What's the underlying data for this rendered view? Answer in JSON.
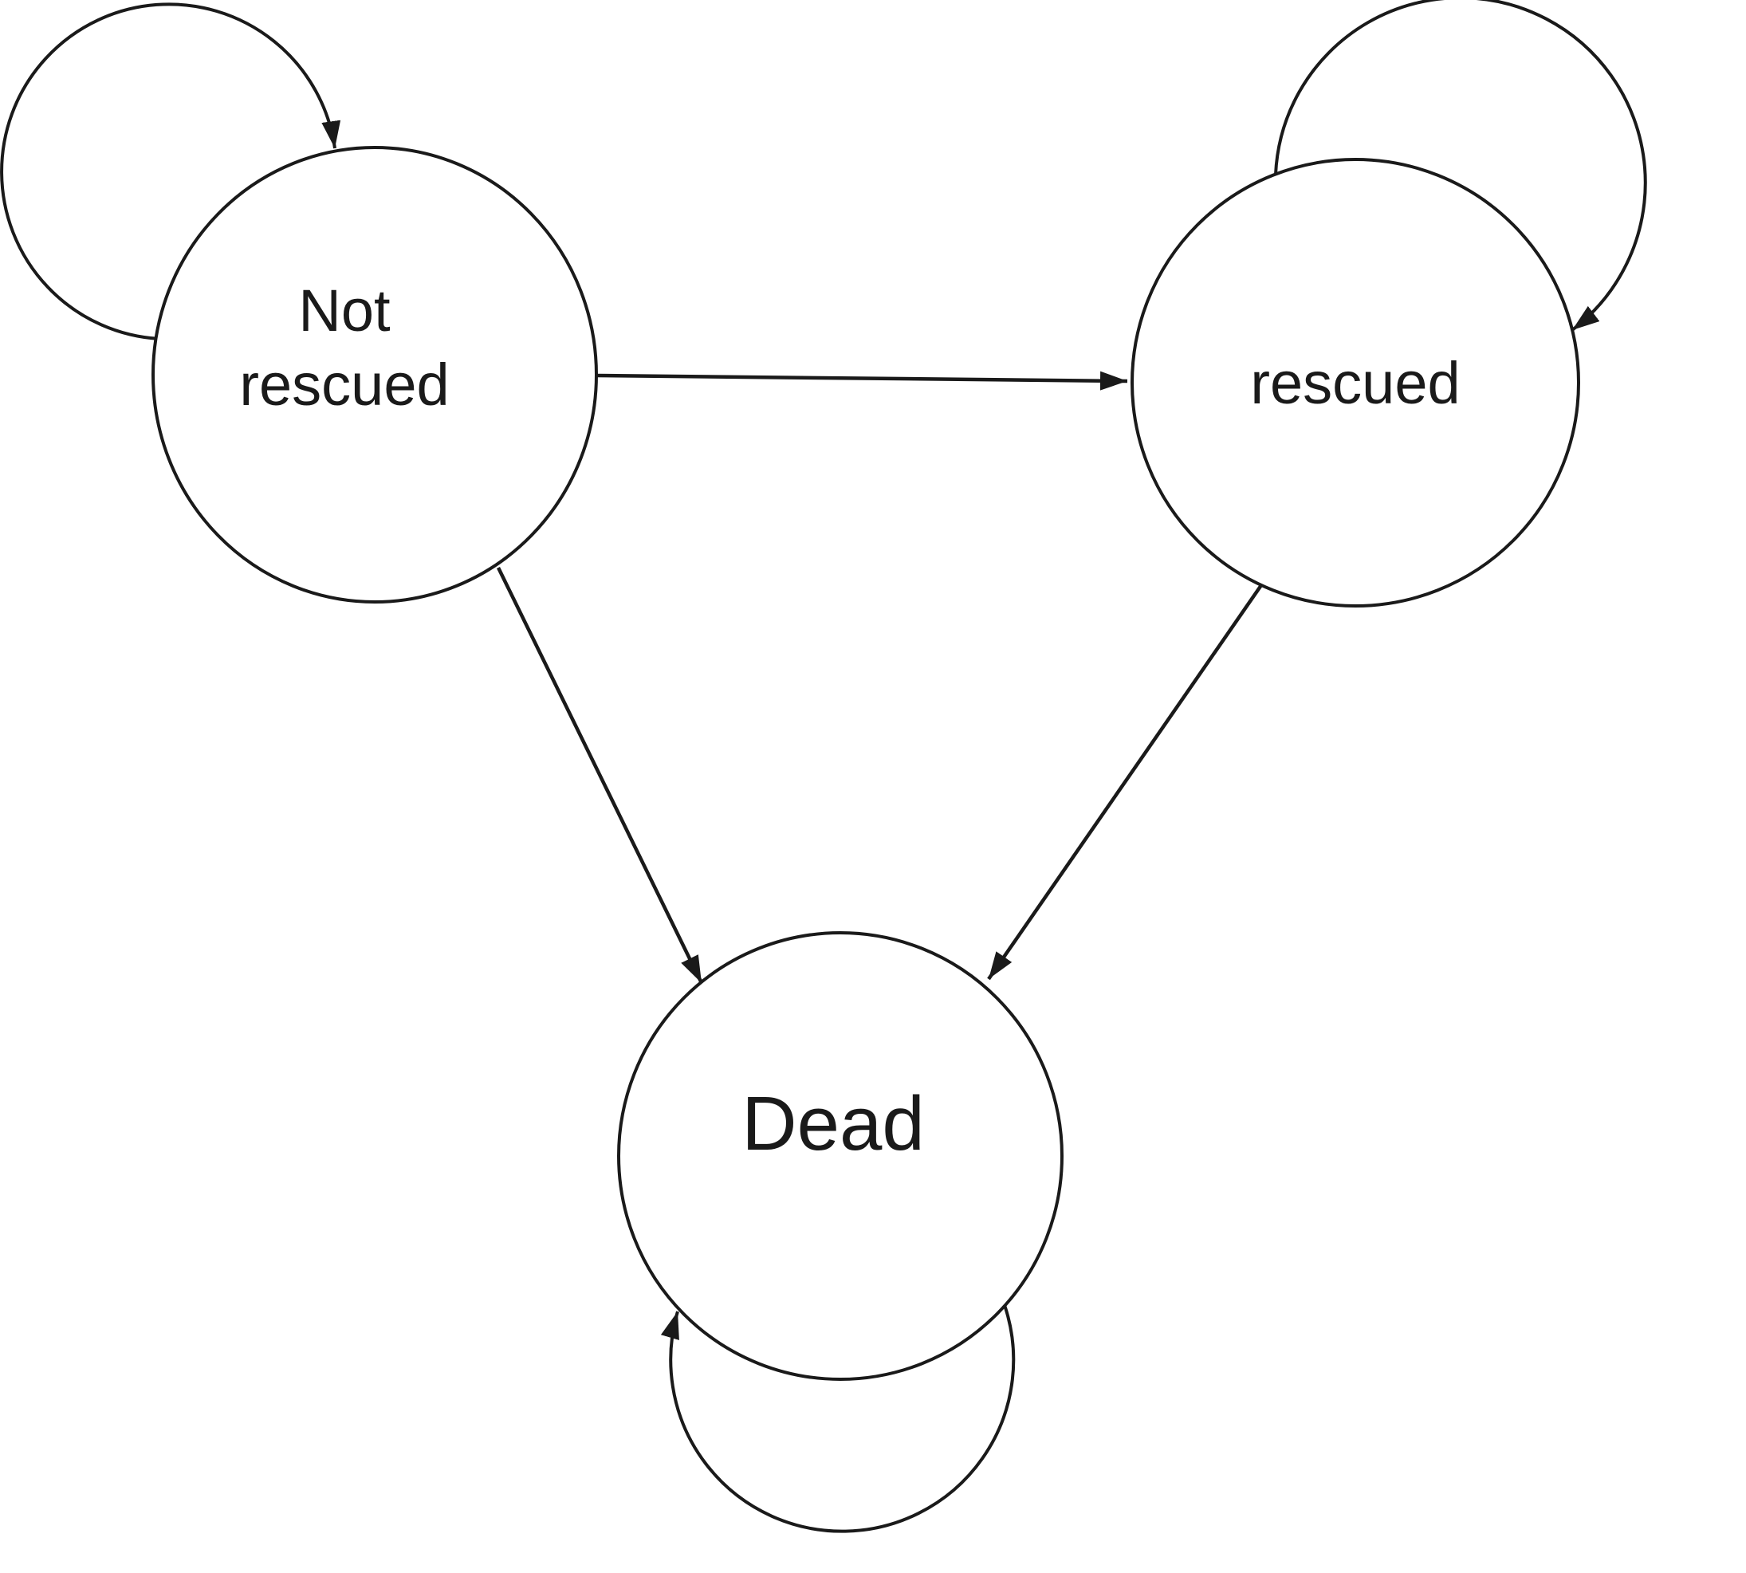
{
  "diagram": {
    "type": "state-transition-diagram",
    "background_color": "#ffffff",
    "stroke_color": "#1a1a1a",
    "nodes": [
      {
        "id": "not_rescued",
        "label": "Not rescued",
        "line1": "Not",
        "line2": "rescued",
        "shape": "circle"
      },
      {
        "id": "rescued",
        "label": "rescued",
        "shape": "circle"
      },
      {
        "id": "dead",
        "label": "Dead",
        "shape": "circle"
      }
    ],
    "edges": [
      {
        "from": "not_rescued",
        "to": "not_rescued",
        "type": "self-loop",
        "position": "top-left"
      },
      {
        "from": "rescued",
        "to": "rescued",
        "type": "self-loop",
        "position": "top-right"
      },
      {
        "from": "dead",
        "to": "dead",
        "type": "self-loop",
        "position": "bottom"
      },
      {
        "from": "not_rescued",
        "to": "rescued",
        "type": "transition",
        "direction": "right"
      },
      {
        "from": "not_rescued",
        "to": "dead",
        "type": "transition",
        "direction": "down-right"
      },
      {
        "from": "rescued",
        "to": "dead",
        "type": "transition",
        "direction": "down-left"
      }
    ]
  }
}
